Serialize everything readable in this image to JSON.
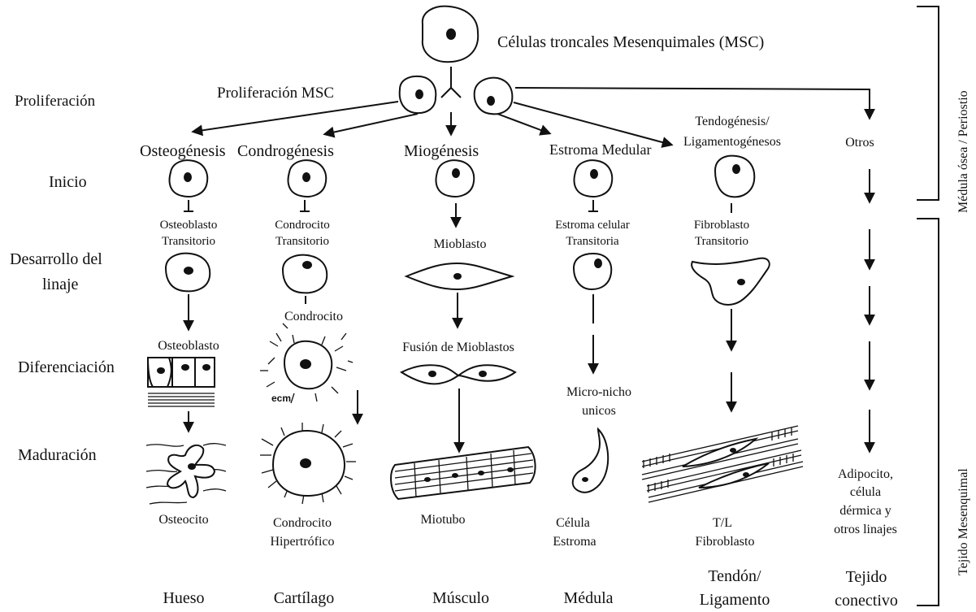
{
  "title": "Células troncales Mesenquimales (MSC)",
  "proliferation_label": "Proliferación MSC",
  "stages": {
    "proliferacion": "Proliferación",
    "inicio": "Inicio",
    "desarrollo_1": "Desarrollo del",
    "desarrollo_2": "linaje",
    "diferenciacion": "Diferenciación",
    "maduracion": "Maduración"
  },
  "brackets": {
    "top": "Médula ósea / Periostio",
    "bottom": "Tejido Mesenquimal"
  },
  "lineages": [
    {
      "name": "Osteogénesis",
      "transitory": [
        "Osteoblasto",
        "Transitorio"
      ],
      "differentiated": "Osteoblasto",
      "mature": [
        "Osteocito"
      ],
      "tissue": [
        "Hueso"
      ]
    },
    {
      "name": "Condrogénesis",
      "transitory": [
        "Condrocito",
        "Transitorio"
      ],
      "differentiated": "Condrocito",
      "ecm": "ecm",
      "mature": [
        "Condrocito",
        "Hipertrófico"
      ],
      "tissue": [
        "Cartílago"
      ]
    },
    {
      "name": "Miogénesis",
      "transitory": [
        "Mioblasto"
      ],
      "differentiated": "Fusión de Mioblastos",
      "mature": [
        "Miotubo"
      ],
      "tissue": [
        "Músculo"
      ]
    },
    {
      "name": "Estroma Medular",
      "transitory": [
        "Estroma celular",
        "Transitoria"
      ],
      "differentiated": "Micro-nicho unicos",
      "differentiated_lines": [
        "Micro-nicho",
        "unicos"
      ],
      "mature": [
        "Célula",
        "Estroma"
      ],
      "tissue": [
        "Médula"
      ]
    },
    {
      "name": "Tendogénesis/ Ligamentogénesos",
      "name_lines": [
        "Tendogénesis/",
        "Ligamentogénesos"
      ],
      "transitory": [
        "Fibroblasto",
        "Transitorio"
      ],
      "mature": [
        "T/L",
        "Fibroblasto"
      ],
      "tissue": [
        "Tendón/",
        "Ligamento"
      ]
    },
    {
      "name": "Otros",
      "mature": [
        "Adipocito,",
        "célula",
        "dérmica  y",
        "otros linajes"
      ],
      "tissue": [
        "Tejido",
        "conectivo"
      ]
    }
  ]
}
